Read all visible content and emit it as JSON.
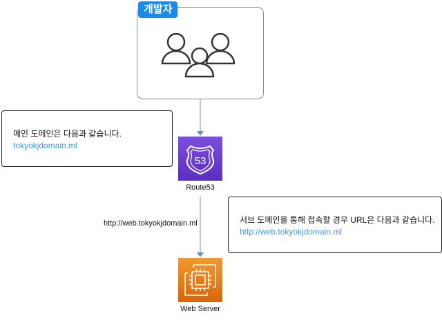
{
  "group": {
    "label": "개발자",
    "icon": "users-icon"
  },
  "main_domain_note": {
    "text": "메인 도메인은 다음과 같습니다.",
    "link": "tokyokjdomain.ml"
  },
  "sub_domain_note": {
    "text": "서브 도메인을 통해 접속할 경우 URL은 다음과 같습니다.",
    "link": "http://web.tokyokjdomain.ml"
  },
  "route53": {
    "label": "Route53",
    "badge": "53",
    "color": "#6b3fd4"
  },
  "web_server": {
    "label": "Web Server",
    "color": "#e8770f"
  },
  "edge_label": "http://web.tokyokjdomain.ml"
}
